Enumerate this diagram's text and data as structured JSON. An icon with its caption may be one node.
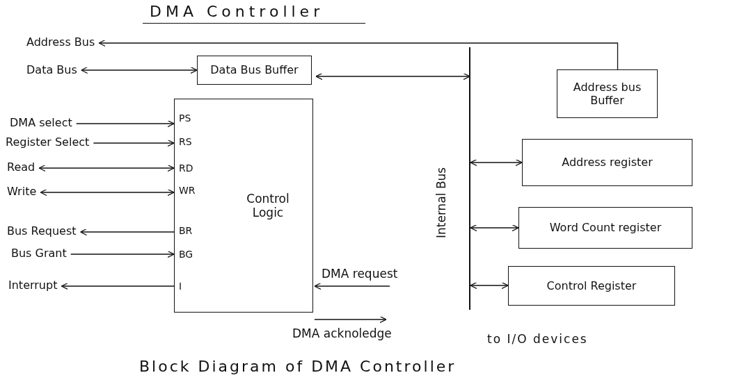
{
  "diagram": {
    "title": "DMA Controller",
    "caption": "Block Diagram of DMA Controller",
    "nodes": [
      {
        "text": [
          "Address Bus"
        ]
      },
      {
        "text": [
          "Data Bus"
        ]
      },
      {
        "text": [
          "Data Bus Buffer"
        ]
      },
      {
        "text": [
          "DMA select"
        ]
      },
      {
        "text": [
          "Register Select"
        ]
      },
      {
        "text": [
          "Read"
        ]
      },
      {
        "text": [
          "Write"
        ]
      },
      {
        "text": [
          "Bus Request"
        ]
      },
      {
        "text": [
          "Bus Grant"
        ]
      },
      {
        "text": [
          "Interrupt"
        ]
      },
      {
        "text": [
          "Control Logic"
        ]
      },
      {
        "text": [
          "Internal Bus"
        ]
      },
      {
        "text": [
          "Address bus Buffer"
        ]
      },
      {
        "text": [
          "Address register"
        ]
      },
      {
        "text": [
          "Word Count register"
        ]
      },
      {
        "text": [
          "Control Register"
        ]
      }
    ],
    "edges": [
      {
        "from": 12,
        "to": 0,
        "arrow": "to"
      },
      {
        "from": 1,
        "to": 2,
        "arrow": "both"
      },
      {
        "from": 2,
        "to": 11,
        "arrow": "both"
      },
      {
        "from": 3,
        "to": 10,
        "arrow": "to"
      },
      {
        "from": 4,
        "to": 10,
        "arrow": "to"
      },
      {
        "from": 5,
        "to": 10,
        "arrow": "both"
      },
      {
        "from": 6,
        "to": 10,
        "arrow": "both"
      },
      {
        "from": 10,
        "to": 7,
        "arrow": "to"
      },
      {
        "from": 8,
        "to": 10,
        "arrow": "to"
      },
      {
        "from": 10,
        "to": 9,
        "arrow": "to"
      },
      {
        "from": 11,
        "to": 13,
        "arrow": "both"
      },
      {
        "from": 11,
        "to": 14,
        "arrow": "both"
      },
      {
        "from": 11,
        "to": 15,
        "arrow": "both"
      },
      {
        "from": null,
        "to": 10,
        "arrow": "to",
        "label": "DMA request"
      },
      {
        "from": 10,
        "to": null,
        "arrow": "to",
        "label": "DMA acknoledge"
      }
    ],
    "labels": [
      "PS",
      "RS",
      "RD",
      "WR",
      "BR",
      "BG",
      "I",
      "to I/O devices"
    ]
  }
}
